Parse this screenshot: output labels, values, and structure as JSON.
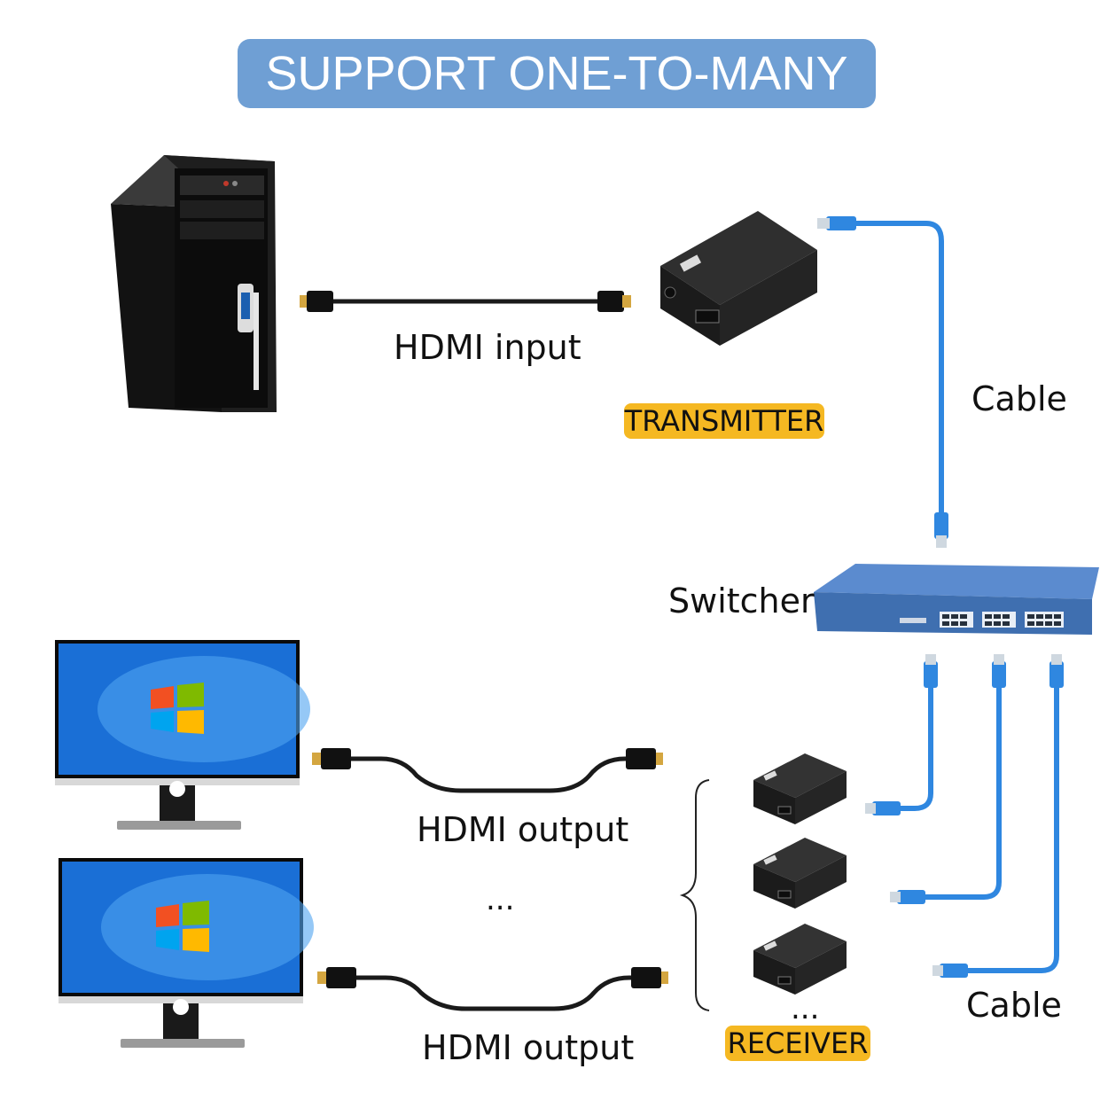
{
  "title": "SUPPORT ONE-TO-MANY",
  "labels": {
    "hdmi_input": "HDMI input",
    "cable_top": "Cable",
    "transmitter": "TRANSMITTER",
    "switcher": "Switcher",
    "hdmi_output_1": "HDMI output",
    "hdmi_output_2": "HDMI output",
    "ellipsis_middle": "...",
    "ellipsis_receivers": "...",
    "receiver": "RECEIVER",
    "cable_bottom": "Cable"
  },
  "colors": {
    "banner": "#6f9fd4",
    "tag": "#f5b822",
    "network_cable": "#2f87e0",
    "switch_body": "#3f6fb0",
    "device_body": "#2a2a2a",
    "screen": "#1a6fd6"
  },
  "icons": {
    "computer": "desktop-tower-icon",
    "transmitter": "hdmi-extender-transmitter-icon",
    "switch": "network-switch-icon",
    "monitor": "monitor-icon",
    "receiver": "hdmi-extender-receiver-icon",
    "windows_logo": "windows-logo-icon"
  }
}
